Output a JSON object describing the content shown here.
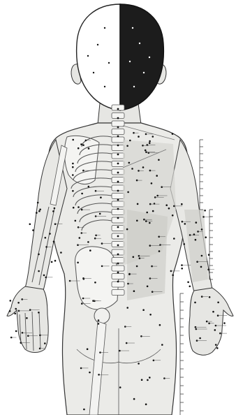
{
  "figure": {
    "subject": "child-back-view-anatomy",
    "colors": {
      "background": "#ffffff",
      "outline": "#222222",
      "skin": "#e9e9e6",
      "skin_shade": "#d4d4d0",
      "bone": "#f3f3f1",
      "bone_line": "#555555",
      "muscle": "#bdbdb8",
      "hair_light": "#ffffff",
      "hair_dark": "#1c1c1c",
      "point": "#111111",
      "leader": "#444444"
    },
    "icons": [
      "acupoint-dot",
      "leader-line",
      "measurement-scale"
    ]
  }
}
